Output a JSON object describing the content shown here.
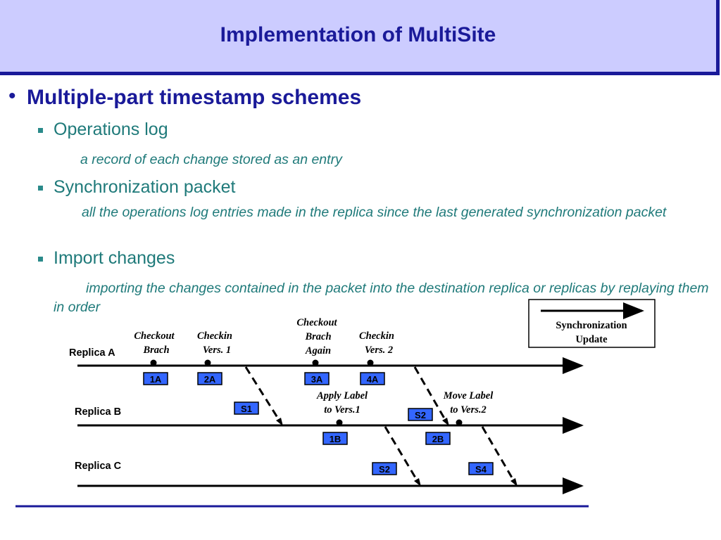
{
  "slide": {
    "title": "Implementation of MultiSite",
    "main_bullet": "Multiple-part timestamp schemes",
    "sections": [
      {
        "heading": "Operations log",
        "desc": "a record of each change stored as an entry"
      },
      {
        "heading": "Synchronization packet",
        "desc": "all the operations log entries made in the replica since the last generated synchronization packet"
      },
      {
        "heading": "Import changes",
        "desc": "importing the changes contained in the packet into the destination replica or replicas by replaying them in order"
      }
    ]
  },
  "diagram": {
    "legend": {
      "line1": "Synchronization",
      "line2": "Update"
    },
    "replicas": [
      "Replica A",
      "Replica B",
      "Replica C"
    ],
    "events": [
      {
        "box": "1A",
        "label": [
          "Checkout",
          "Brach"
        ]
      },
      {
        "box": "2A",
        "label": [
          "Checkin",
          "Vers. 1"
        ]
      },
      {
        "box": "3A",
        "label": [
          "Checkout",
          "Brach",
          "Again"
        ]
      },
      {
        "box": "4A",
        "label": [
          "Checkin",
          "Vers. 2"
        ]
      },
      {
        "box": "1B",
        "label": [
          "Apply Label",
          "to Vers.1"
        ]
      },
      {
        "box": "2B",
        "label": [
          "Move Label",
          "to Vers.2"
        ]
      }
    ],
    "syncs": [
      "S1",
      "S2",
      "S2",
      "S4"
    ]
  },
  "colors": {
    "title_bg": "#ccccff",
    "title_text": "#1a1a99",
    "sub_text": "#1f7a7a",
    "box_fill": "#3366ff"
  }
}
